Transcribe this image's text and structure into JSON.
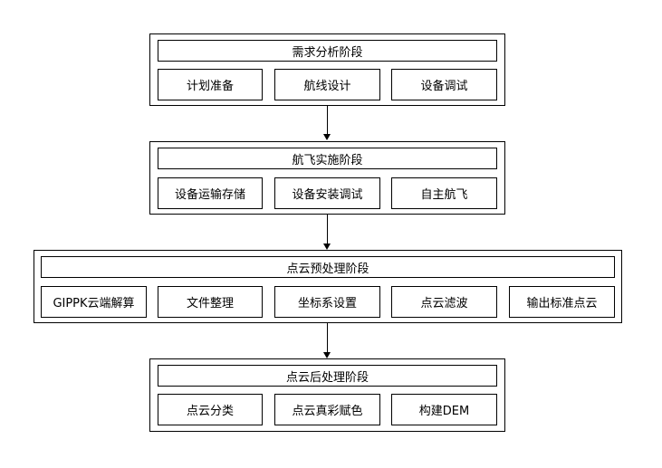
{
  "stages": [
    {
      "title": "需求分析阶段",
      "items": [
        "计划准备",
        "航线设计",
        "设备调试"
      ]
    },
    {
      "title": "航飞实施阶段",
      "items": [
        "设备运输存储",
        "设备安装调试",
        "自主航飞"
      ]
    },
    {
      "title": "点云预处理阶段",
      "items": [
        "GIPPK云端解算",
        "文件整理",
        "坐标系设置",
        "点云滤波",
        "输出标准点云"
      ]
    },
    {
      "title": "点云后处理阶段",
      "items": [
        "点云分类",
        "点云真彩赋色",
        "构建DEM"
      ]
    }
  ]
}
